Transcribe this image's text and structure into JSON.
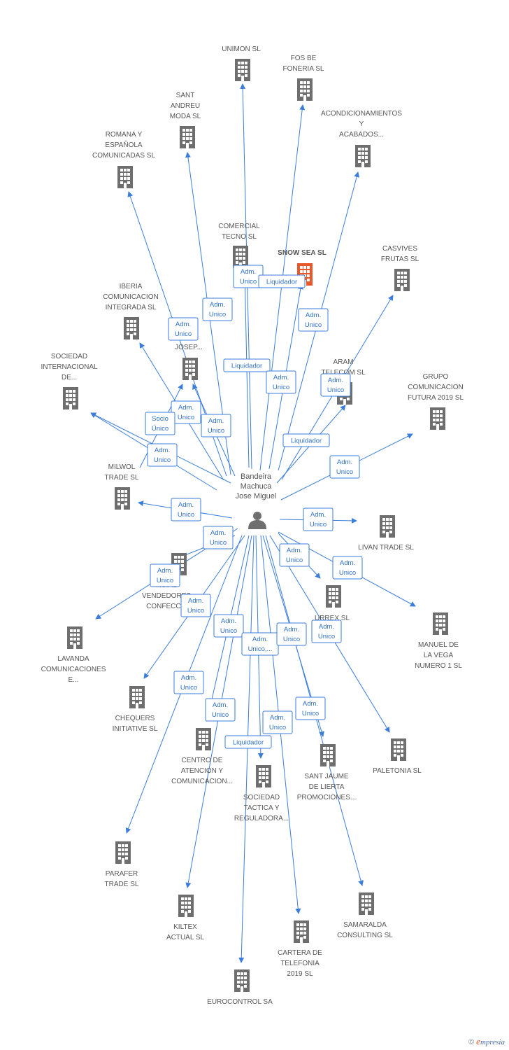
{
  "center": {
    "name_lines": [
      "Bandeira",
      "Machuca",
      "Jose Miguel"
    ],
    "icon": "person-icon"
  },
  "colors": {
    "edge": "#3b7dd8",
    "building": "#6e6e6e",
    "building_main": "#e8582a",
    "label": "#555555",
    "rel_text": "#2f6fc5"
  },
  "nodes": [
    {
      "id": "unimon",
      "lines": [
        "UNIMON SL"
      ]
    },
    {
      "id": "fosbe",
      "lines": [
        "FOS BE",
        "FONERIA SL"
      ]
    },
    {
      "id": "santandreu",
      "lines": [
        "SANT",
        "ANDREU",
        "MODA SL"
      ]
    },
    {
      "id": "acondicionamientos",
      "lines": [
        "ACONDICIONAMIENTOS",
        "Y",
        "ACABADOS..."
      ]
    },
    {
      "id": "romana",
      "lines": [
        "ROMANA Y",
        "ESPAÑOLA",
        "COMUNICADAS SL"
      ]
    },
    {
      "id": "comercialtecno",
      "lines": [
        "COMERCIAL",
        "TECNO SL"
      ]
    },
    {
      "id": "snowsea",
      "lines": [
        "SNOW SEA SL"
      ],
      "main": true
    },
    {
      "id": "casvives",
      "lines": [
        "CASVIVES",
        "FRUTAS SL"
      ]
    },
    {
      "id": "iberia",
      "lines": [
        "IBERIA",
        "COMUNICACION",
        "INTEGRADA SL"
      ]
    },
    {
      "id": "josep",
      "lines": [
        "S",
        "E",
        "JOSEP..."
      ]
    },
    {
      "id": "sociedadint",
      "lines": [
        "SOCIEDAD",
        "INTERNACIONAL",
        "DE..."
      ]
    },
    {
      "id": "aram",
      "lines": [
        "ARAM",
        "TELECOM SL"
      ]
    },
    {
      "id": "grupo",
      "lines": [
        "GRUPO",
        "COMUNICACION",
        "FUTURA 2019 SL"
      ]
    },
    {
      "id": "milwol",
      "lines": [
        "MILWOL",
        "TRADE SL"
      ]
    },
    {
      "id": "livan",
      "lines": [
        "LIVAN TRADE SL"
      ]
    },
    {
      "id": "comercialvend",
      "lines": [
        "RCIAL",
        "VENDEDORES",
        "CONFECC..."
      ]
    },
    {
      "id": "urrex",
      "lines": [
        "URREX SL"
      ]
    },
    {
      "id": "manuel",
      "lines": [
        "MANUEL DE",
        "LA VEGA",
        "NUMERO 1 SL"
      ]
    },
    {
      "id": "lavanda",
      "lines": [
        "LAVANDA",
        "COMUNICACIONES",
        "E..."
      ]
    },
    {
      "id": "chequers",
      "lines": [
        "CHEQUERS",
        "INITIATIVE SL"
      ]
    },
    {
      "id": "centro",
      "lines": [
        "CENTRO DE",
        "ATENCION Y",
        "COMUNICACION..."
      ]
    },
    {
      "id": "sociedadtactica",
      "lines": [
        "SOCIEDAD",
        "TACTICA Y",
        "REGULADORA..."
      ]
    },
    {
      "id": "santjaume",
      "lines": [
        "SANT JAUME",
        "DE LIERTA",
        "PROMOCIONES..."
      ]
    },
    {
      "id": "paletonia",
      "lines": [
        "PALETONIA SL"
      ]
    },
    {
      "id": "parafer",
      "lines": [
        "PARAFER",
        "TRADE SL"
      ]
    },
    {
      "id": "kiltex",
      "lines": [
        "KILTEX",
        "ACTUAL SL"
      ]
    },
    {
      "id": "samaralda",
      "lines": [
        "SAMARALDA",
        "CONSULTING SL"
      ]
    },
    {
      "id": "cartera",
      "lines": [
        "CARTERA DE",
        "TELEFONIA",
        "2019 SL"
      ]
    },
    {
      "id": "eurocontrol",
      "lines": [
        "EUROCONTROL SA"
      ]
    }
  ],
  "relations": [
    {
      "target": "unimon",
      "lines": [
        "Adm.",
        "Unico"
      ]
    },
    {
      "target": "fosbe",
      "lines": [
        "Liquidador"
      ]
    },
    {
      "target": "santandreu",
      "lines": [
        "Adm.",
        "Unico"
      ]
    },
    {
      "target": "acondicionamientos",
      "lines": [
        "Adm.",
        "Unico"
      ]
    },
    {
      "target": "romana",
      "lines": [
        "Adm.",
        "Unico"
      ]
    },
    {
      "target": "comercialtecno",
      "lines": [
        "Liquidador"
      ]
    },
    {
      "target": "snowsea",
      "lines": [
        "Adm.",
        "Unico"
      ]
    },
    {
      "target": "casvives",
      "lines": [
        "Adm.",
        "Unico"
      ]
    },
    {
      "target": "aram",
      "lines": [
        "Liquidador"
      ]
    },
    {
      "target": "iberia",
      "lines": [
        "Adm.",
        "Unico"
      ]
    },
    {
      "target": "josep",
      "lines": [
        "Socio",
        "Único"
      ]
    },
    {
      "target": "josep",
      "lines": [
        "Adm.",
        "Unico"
      ]
    },
    {
      "target": "sociedadint",
      "lines": [
        "Adm.",
        "Unico"
      ]
    },
    {
      "target": "grupo",
      "lines": [
        "Adm.",
        "Unico"
      ]
    },
    {
      "target": "milwol",
      "lines": [
        "Adm.",
        "Unico"
      ]
    },
    {
      "target": "livan",
      "lines": [
        "Adm.",
        "Unico"
      ]
    },
    {
      "target": "comercialvend",
      "lines": [
        "Adm.",
        "Unico"
      ]
    },
    {
      "target": "lavanda",
      "lines": [
        "Adm.",
        "Unico"
      ]
    },
    {
      "target": "urrex",
      "lines": [
        "Adm.",
        "Unico"
      ]
    },
    {
      "target": "manuel",
      "lines": [
        "Adm.",
        "Unico"
      ]
    },
    {
      "target": "chequers",
      "lines": [
        "Adm.",
        "Unico"
      ]
    },
    {
      "target": "centro",
      "lines": [
        "Adm.",
        "Unico"
      ]
    },
    {
      "target": "sociedadtactica",
      "lines": [
        "Adm.",
        "Unico,..."
      ]
    },
    {
      "target": "santjaume",
      "lines": [
        "Adm.",
        "Unico"
      ]
    },
    {
      "target": "paletonia",
      "lines": [
        "Adm.",
        "Unico"
      ]
    },
    {
      "target": "parafer",
      "lines": [
        "Adm.",
        "Unico"
      ]
    },
    {
      "target": "kiltex",
      "lines": [
        "Adm.",
        "Unico"
      ]
    },
    {
      "target": "cartera",
      "lines": [
        "Liquidador"
      ]
    },
    {
      "target": "samaralda",
      "lines": [
        "Adm.",
        "Unico"
      ]
    },
    {
      "target": "eurocontrol",
      "lines": [
        "Adm.",
        "Unico"
      ]
    },
    {
      "target": "sociedadint",
      "lines": [
        "Adm.",
        "Unico"
      ]
    }
  ],
  "footer": {
    "copyright": "©",
    "brand_initial": "e",
    "brand_rest": "mpresia"
  }
}
